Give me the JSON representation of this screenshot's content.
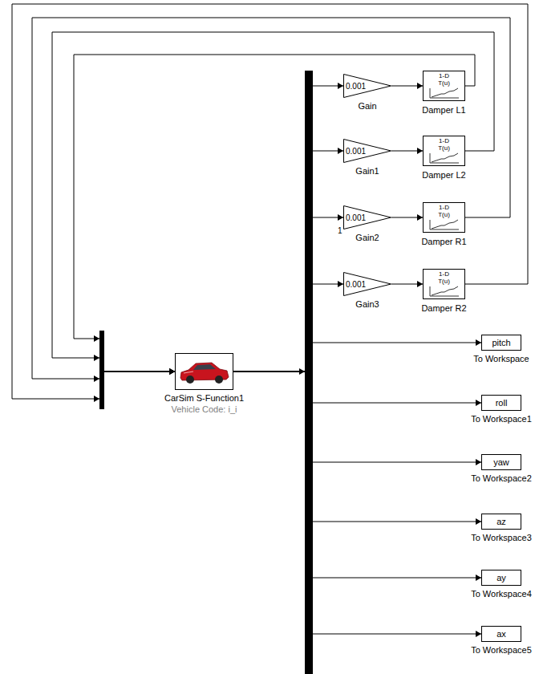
{
  "diagram": {
    "nodes": [
      {
        "text": [
          "0.001",
          "Gain"
        ]
      },
      {
        "text": [
          "1-D T(u)",
          "Damper L1"
        ]
      },
      {
        "text": [
          "0.001",
          "Gain1"
        ]
      },
      {
        "text": [
          "1-D T(u)",
          "Damper L2"
        ]
      },
      {
        "text": [
          "0.001",
          "Gain2"
        ]
      },
      {
        "text": [
          "1-D T(u)",
          "Damper R1"
        ]
      },
      {
        "text": [
          "0.001",
          "Gain3"
        ]
      },
      {
        "text": [
          "1-D T(u)",
          "Damper R2"
        ]
      },
      {
        "text": [
          "CarSim S-Function1",
          "Vehicle Code: i_i"
        ]
      },
      {
        "text": [
          "pitch",
          "To Workspace"
        ]
      },
      {
        "text": [
          "roll",
          "To Workspace1"
        ]
      },
      {
        "text": [
          "yaw",
          "To Workspace2"
        ]
      },
      {
        "text": [
          "az",
          "To Workspace3"
        ]
      },
      {
        "text": [
          "ay",
          "To Workspace4"
        ]
      },
      {
        "text": [
          "ax",
          "To Workspace5"
        ]
      }
    ],
    "edges": [
      {
        "from": 0,
        "to": 1,
        "arrow": "to"
      },
      {
        "from": 2,
        "to": 3,
        "arrow": "to"
      },
      {
        "from": 4,
        "to": 5,
        "arrow": "to"
      },
      {
        "from": 6,
        "to": 7,
        "arrow": "to"
      },
      {
        "from": 8,
        "to": 0,
        "arrow": "to"
      },
      {
        "from": 8,
        "to": 2,
        "arrow": "to"
      },
      {
        "from": 8,
        "to": 4,
        "arrow": "to"
      },
      {
        "from": 8,
        "to": 6,
        "arrow": "to"
      },
      {
        "from": 8,
        "to": 9,
        "arrow": "to"
      },
      {
        "from": 8,
        "to": 10,
        "arrow": "to"
      },
      {
        "from": 8,
        "to": 11,
        "arrow": "to"
      },
      {
        "from": 8,
        "to": 12,
        "arrow": "to"
      },
      {
        "from": 8,
        "to": 13,
        "arrow": "to"
      },
      {
        "from": 8,
        "to": 14,
        "arrow": "to"
      },
      {
        "from": 1,
        "to": 8,
        "arrow": "to"
      },
      {
        "from": 3,
        "to": 8,
        "arrow": "to"
      },
      {
        "from": 5,
        "to": 8,
        "arrow": "to"
      },
      {
        "from": 7,
        "to": 8,
        "arrow": "to"
      }
    ],
    "labels": [
      "1"
    ]
  }
}
